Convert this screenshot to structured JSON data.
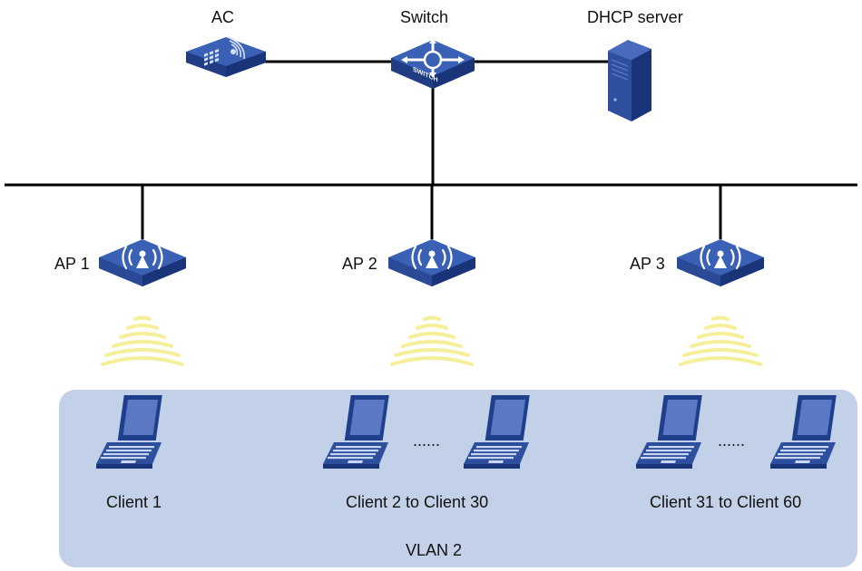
{
  "devices": {
    "ac": "AC",
    "switch": "Switch",
    "switch_panel_text": "SWITCH",
    "dhcp": "DHCP server"
  },
  "aps": [
    {
      "label": "AP 1"
    },
    {
      "label": "AP 2"
    },
    {
      "label": "AP 3"
    }
  ],
  "clients": {
    "group1": "Client 1",
    "group2": "Client 2  to Client 30",
    "group3": "Client 31 to Client 60",
    "ellipsis": "......"
  },
  "vlan": "VLAN 2",
  "colors": {
    "device_blue": "#2d4f9e",
    "vlan_fill": "#c2d0e8",
    "signal": "#f5ef9a",
    "wire": "#000000"
  }
}
